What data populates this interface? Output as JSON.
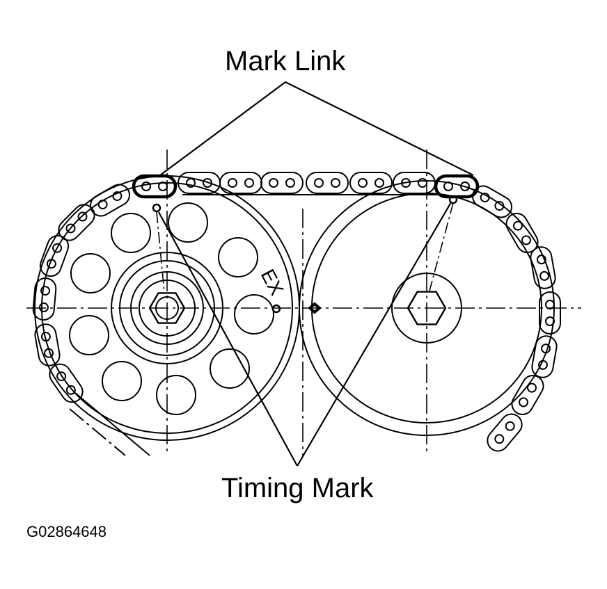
{
  "labels": {
    "mark_link": "Mark Link",
    "timing_mark": "Timing Mark",
    "exhaust_marker": "EX",
    "figure_id": "G02864648"
  },
  "colors": {
    "ink": "#000000",
    "background": "#ffffff"
  }
}
